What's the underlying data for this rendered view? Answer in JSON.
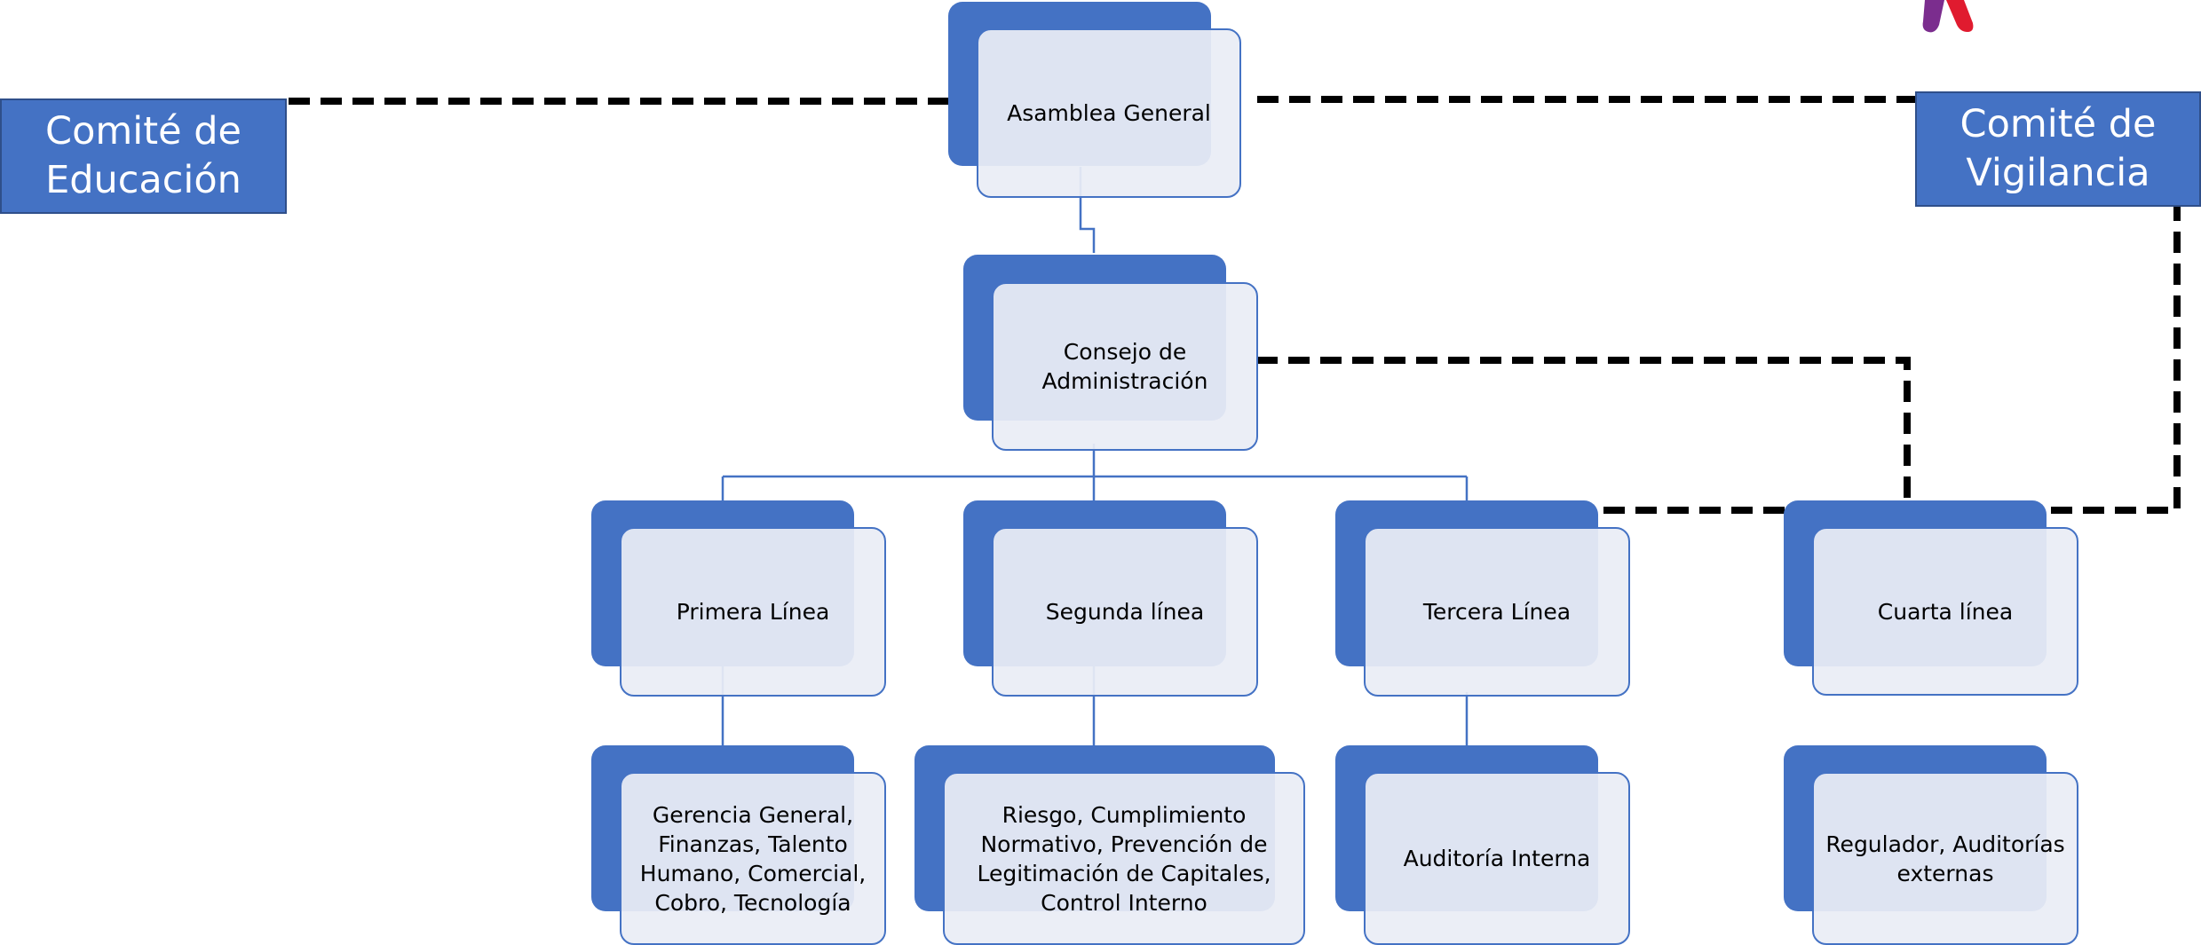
{
  "diagram": {
    "nodes": {
      "asamblea": "Asamblea General",
      "consejo": "Consejo de Administración",
      "primera": "Primera Línea",
      "segunda": "Segunda línea",
      "tercera": "Tercera Línea",
      "cuarta": "Cuarta línea",
      "primera_detalle": "Gerencia General, Finanzas, Talento Humano, Comercial, Cobro, Tecnología",
      "segunda_detalle": "Riesgo, Cumplimiento Normativo, Prevención de Legitimación de Capitales, Control Interno",
      "tercera_detalle": "Auditoría Interna",
      "cuarta_detalle": "Regulador, Auditorías externas"
    },
    "committees": {
      "educacion": "Comité de Educación",
      "vigilancia": "Comité de Vigilancia"
    },
    "colors": {
      "box": "#4472c4",
      "box_light": "#e9edf5",
      "dashed": "#000000",
      "logo_purple": "#7b2d8e",
      "logo_red": "#e01b2f"
    }
  }
}
